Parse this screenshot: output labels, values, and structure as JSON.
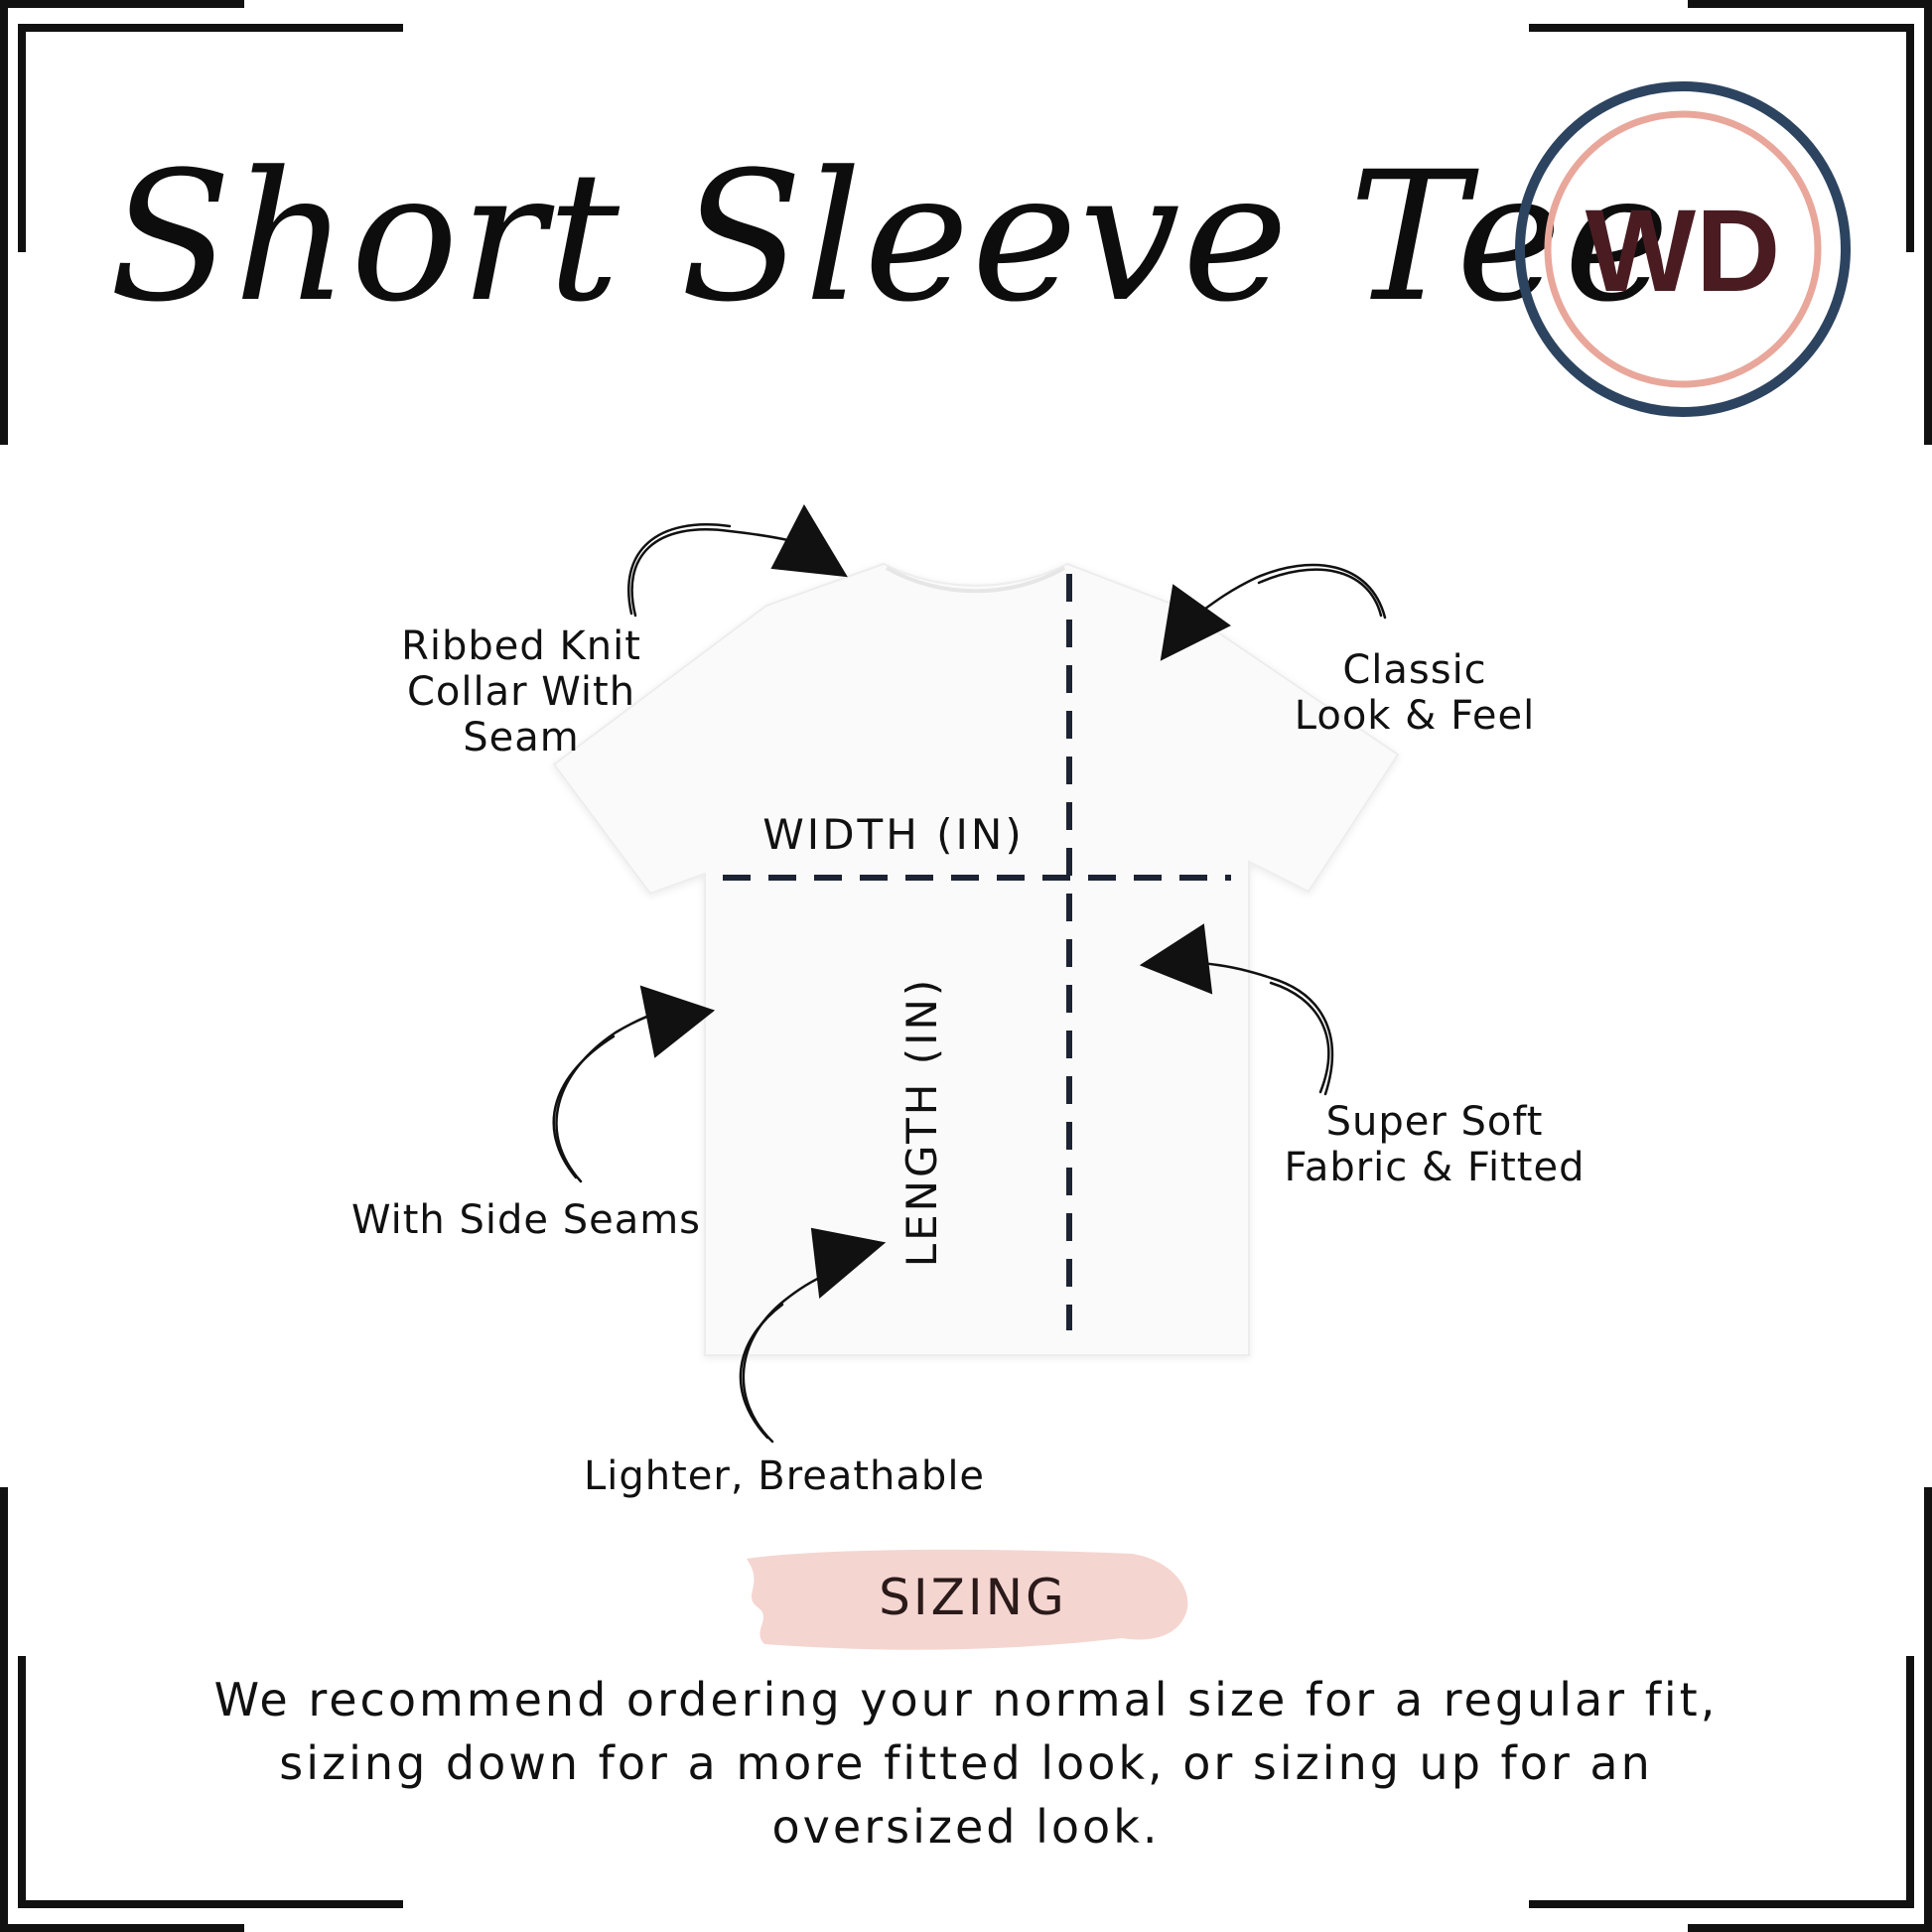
{
  "header": {
    "title": "Short Sleeve Tee",
    "logo_text": "WD"
  },
  "diagram": {
    "width_label": "WIDTH (IN)",
    "length_label": "LENGTH (IN)",
    "callouts": {
      "collar": "Ribbed Knit\nCollar With\nSeam",
      "classic": "Classic\nLook & Feel",
      "fabric": "Super Soft\nFabric & Fitted",
      "side_seams": "With Side Seams",
      "lighter": "Lighter, Breathable"
    }
  },
  "sizing": {
    "title": "SIZING",
    "text": "We recommend ordering your normal size for a regular fit, sizing down for a more fitted look, or sizing up for an oversized look."
  },
  "colors": {
    "logo_outer_ring": "#2d4460",
    "logo_inner_ring": "#e8a79a",
    "logo_letters": "#4a1c22",
    "brush": "#f5d5d0",
    "dash": "#1c2333"
  }
}
